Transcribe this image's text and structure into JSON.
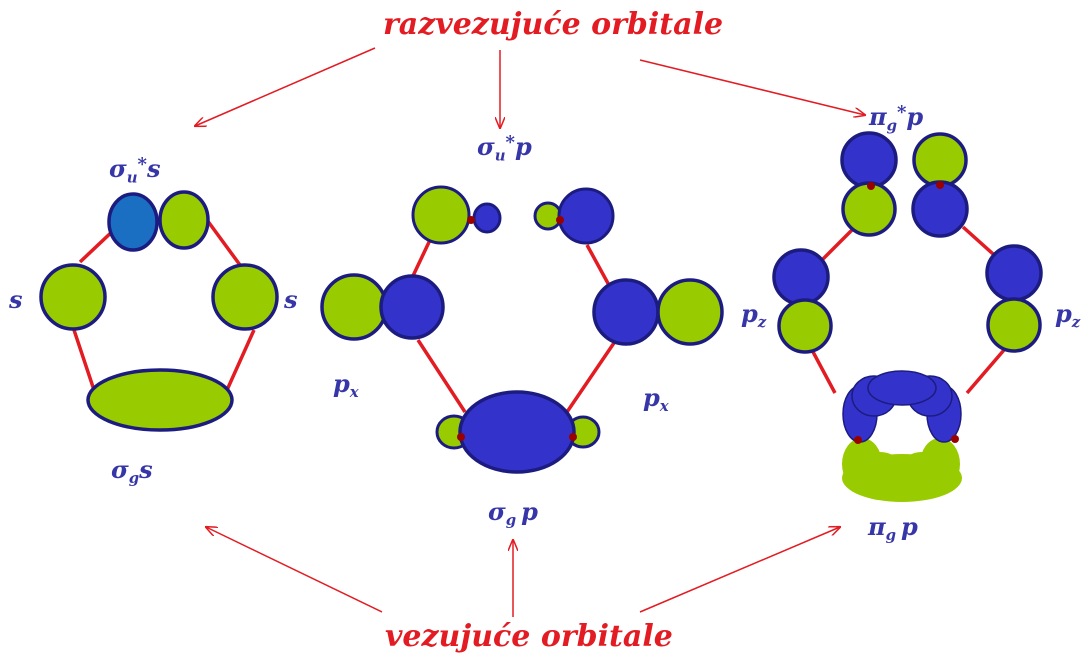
{
  "top_heading": "razvezujuće orbitale",
  "bottom_heading": "vezujuće orbitale",
  "colors": {
    "label": "#3636a8",
    "heading": "#e21c22",
    "lobe_green": "#99cc00",
    "lobe_blue": "#3333cc",
    "lobe_teal": "#1b6fc2",
    "outline": "#1c1c80",
    "bond_line": "#e21c22",
    "node_dot": "#990000"
  },
  "left": {
    "antibonding": {
      "symbol": "σ",
      "sub": "u",
      "sup": "*",
      "orb": "s"
    },
    "atom_left": "s",
    "atom_right": "s",
    "bonding": {
      "symbol": "σ",
      "sub": "g",
      "orb": "s"
    }
  },
  "middle": {
    "antibonding": {
      "symbol": "σ",
      "sub": "u",
      "sup": "*",
      "orb": "p"
    },
    "atom_left": {
      "letter": "p",
      "sub": "x"
    },
    "atom_right": {
      "letter": "p",
      "sub": "x"
    },
    "bonding": {
      "symbol": "σ",
      "sub": "g",
      "orb": "p"
    }
  },
  "right": {
    "antibonding": {
      "symbol": "π",
      "sub": "g",
      "sup": "*",
      "orb": "p"
    },
    "atom_left": {
      "letter": "p",
      "sub": "z"
    },
    "atom_right": {
      "letter": "p",
      "sub": "z"
    },
    "bonding": {
      "symbol": "π",
      "sub": "g",
      "orb": "p"
    }
  }
}
